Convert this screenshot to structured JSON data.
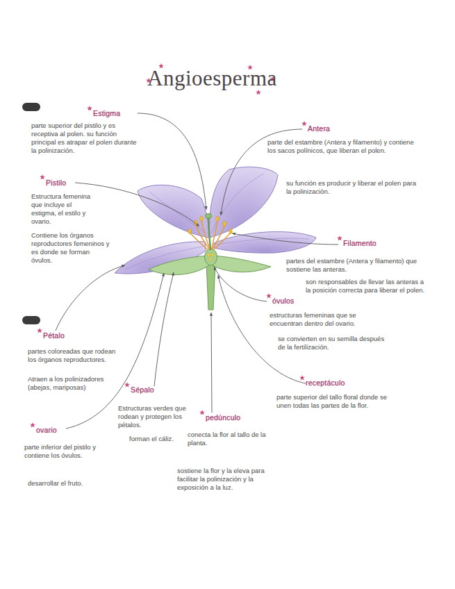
{
  "diagram": {
    "title": "Angioesperma",
    "labels": [
      "Estigma",
      "parte superior del pistilo y es receptiva al polen. su función principal es atrapar el polen durante la polinización.",
      "Pistilo",
      "Estructura femenina que incluye el estigma, el estilo y ovario.",
      "Contiene los órganos reproductores femeninos y es donde se forman óvulos.",
      "Antera",
      "parte del estambre (Antera y filamento) y contiene los sacos polínicos, que liberan el polen.",
      "su función es producir y liberar el polen para la polinización.",
      "Filamento",
      "partes del estambre (Antera y filamento) que sostiene las anteras.",
      "son responsables de llevar las anteras a la posición correcta para liberar el polen.",
      "óvulos",
      "estructuras femeninas que se encuentran dentro del ovario.",
      "se convierten en su semilla después de la fertilización.",
      "Pétalo",
      "partes coloreadas que rodean los órganos reproductores.",
      "Atraen a los polinizadores (abejas, mariposas)",
      "Sépalo",
      "Estructuras verdes que rodean y protegen los pétalos.",
      "forman el cáliz.",
      "receptáculo",
      "parte superior del tallo floral donde se unen todas las partes de la flor.",
      "ovario",
      "parte inferior del pistilo y contiene los óvulos.",
      "desarrollar el fruto.",
      "pedúnculo",
      "conecta la flor al tallo de la planta.",
      "sostiene la flor y la eleva para facilitar la polinización y la exposición a la luz."
    ]
  }
}
